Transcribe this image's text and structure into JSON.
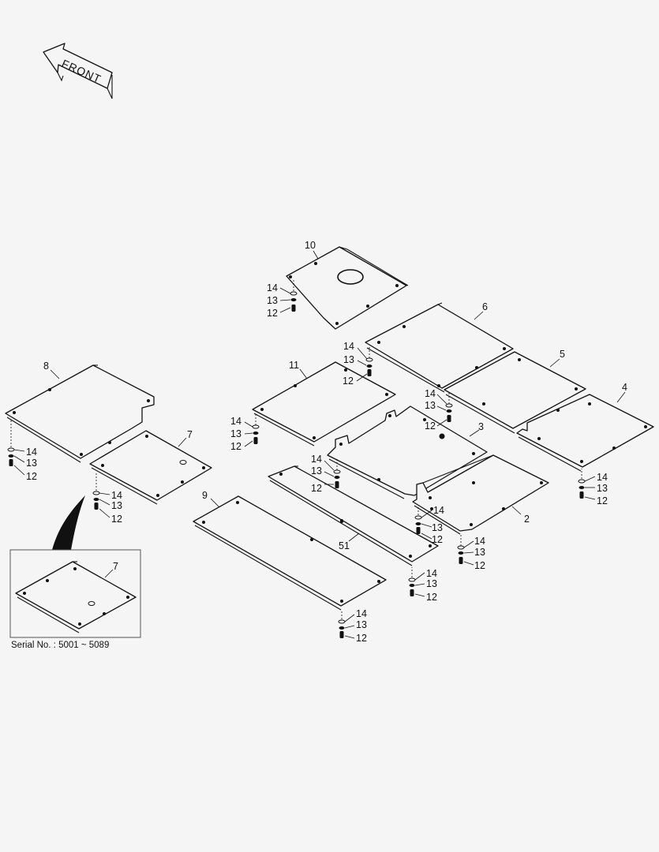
{
  "front_label": "FRONT",
  "serial_note": "Serial No. : 5001 ~ 5089",
  "parts": {
    "p2": "2",
    "p3": "3",
    "p4": "4",
    "p5": "5",
    "p6": "6",
    "p7": "7",
    "p7_inset": "7",
    "p8": "8",
    "p9": "9",
    "p10": "10",
    "p11": "11",
    "p51": "51"
  },
  "fastener_labels": {
    "washer_a": "14",
    "washer_b": "13",
    "bolt": "12"
  },
  "fastener_stacks": [
    {
      "id": "plate10"
    },
    {
      "id": "plate6"
    },
    {
      "id": "plate11"
    },
    {
      "id": "plate5"
    },
    {
      "id": "plate3"
    },
    {
      "id": "plate8"
    },
    {
      "id": "plate7"
    },
    {
      "id": "plate4"
    },
    {
      "id": "plate2-left"
    },
    {
      "id": "plate2-right"
    },
    {
      "id": "plate51"
    },
    {
      "id": "plate9"
    }
  ]
}
